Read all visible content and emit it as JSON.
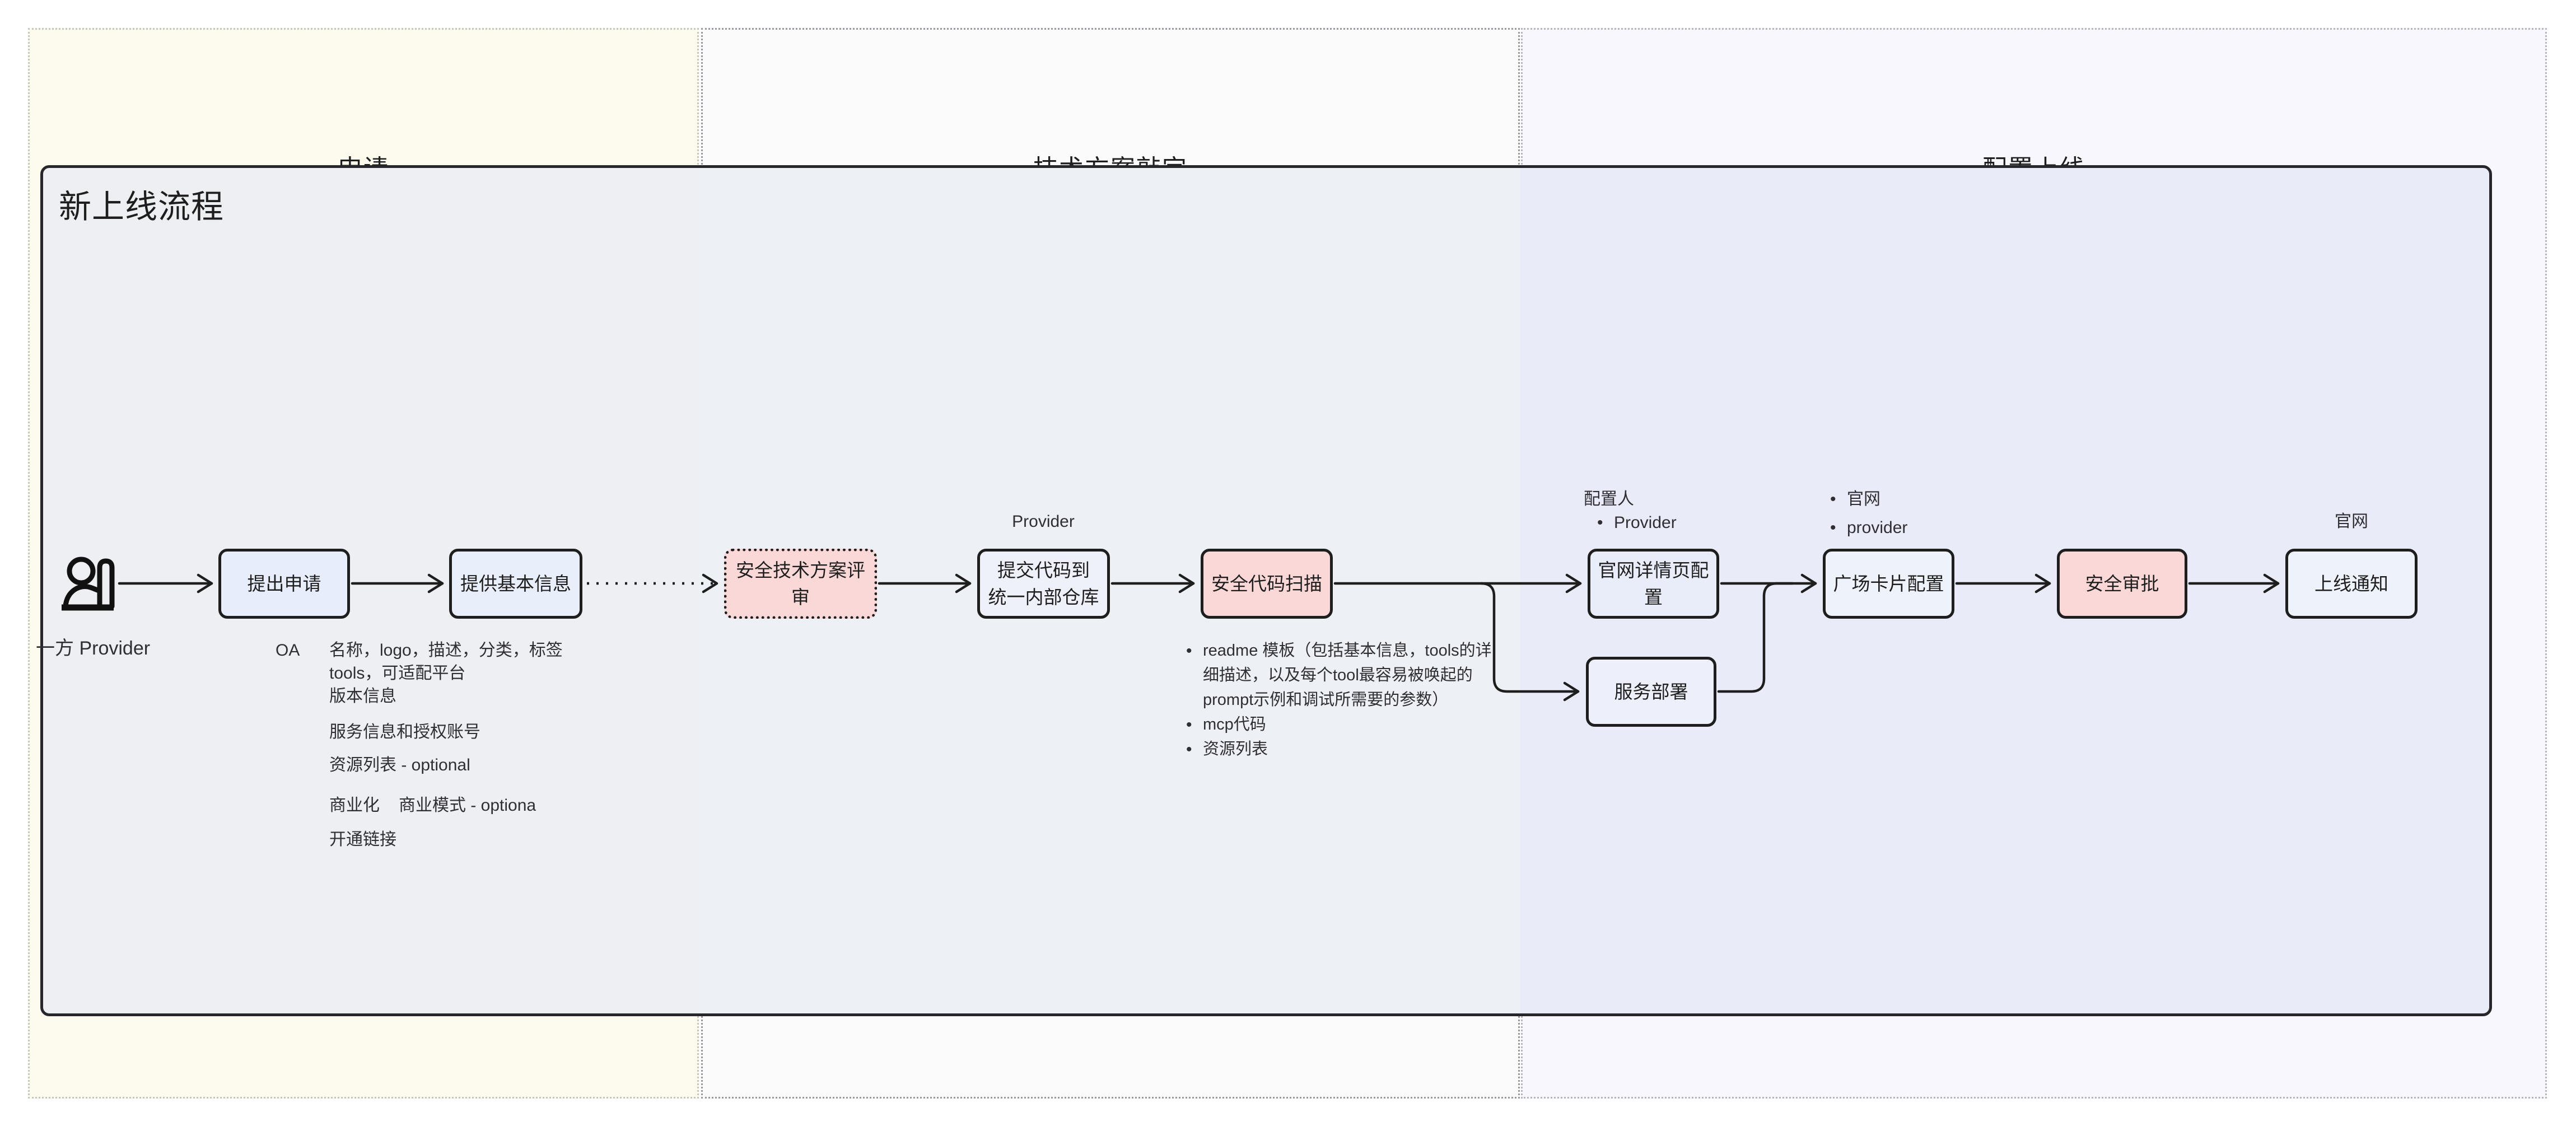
{
  "page": {
    "title": "新上线流程"
  },
  "lanes": [
    {
      "id": "application",
      "title": "申请"
    },
    {
      "id": "tech-plan",
      "title": "技术方案敲定"
    },
    {
      "id": "launch-config",
      "title": "配置上线"
    }
  ],
  "nodes": {
    "submit_request": {
      "label": "提出申请"
    },
    "provide_basic_info": {
      "label": "提供基本信息"
    },
    "security_plan_review": {
      "label": "安全技术方案评审"
    },
    "commit_code": {
      "label": "提交代码到\n统一内部仓库"
    },
    "security_code_scan": {
      "label": "安全代码扫描"
    },
    "site_detail_config": {
      "label": "官网详情页配置"
    },
    "service_deploy": {
      "label": "服务部署"
    },
    "plaza_card_config": {
      "label": "广场卡片配置"
    },
    "security_approval": {
      "label": "安全审批"
    },
    "launch_notice": {
      "label": "上线通知"
    }
  },
  "annotations": {
    "actor_label": "一方 Provider",
    "oa_label": "OA",
    "basic_info_lines": [
      "名称，logo，描述，分类，标签",
      "tools，可适配平台",
      "版本信息",
      "服务信息和授权账号",
      "资源列表 - optional"
    ],
    "commercial_label": "商业化",
    "commercial_mode": "商业模式 - optiona",
    "open_link": "开通链接",
    "provider_above_commit": "Provider",
    "scan_bullets": [
      "readme 模板（包括基本信息，tools的详细描述，以及每个tool最容易被唤起的prompt示例和调试所需要的参数）",
      "mcp代码",
      "资源列表"
    ],
    "config_person_label": "配置人",
    "config_person_items": [
      "Provider"
    ],
    "plaza_config_items": [
      "官网",
      "provider"
    ],
    "site_label_above_launch": "官网"
  },
  "colors": {
    "stroke": "#1e1e1e",
    "node_blue": "#e7edfa",
    "node_pink": "#fbd8d8",
    "node_lavender": "#e9ecf9",
    "lane1_bg": "#fdfbee",
    "lane2_bg": "#fbfbfb",
    "lane3_bg": "#f8f7fd",
    "container_bg": "#edf0f5"
  }
}
